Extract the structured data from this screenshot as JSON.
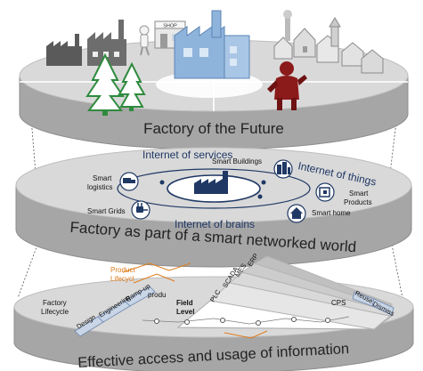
{
  "top_layer": {
    "title": "Factory of the Future",
    "shop_sign": "SHOP"
  },
  "middle_layer": {
    "title": "Factory as part of a smart networked world",
    "internet_services": "Internet of services",
    "internet_things": "Internet of things",
    "internet_brains": "Internet of brains",
    "smart_buildings": "Smart Buildings",
    "smart_logistics_1": "Smart",
    "smart_logistics_2": "logistics",
    "smart_grids": "Smart Grids",
    "smart_products_1": "Smart",
    "smart_products_2": "Products",
    "smart_home": "Smart home"
  },
  "bottom_layer": {
    "title": "Effective access and usage of information",
    "factory_lifecycle_1": "Factory",
    "factory_lifecycle_2": "Lifecycle",
    "product_lifecycle_1": "Product",
    "product_lifecycle_2": "Lifecycl",
    "production": "produ",
    "design": "Design",
    "engineering": "Engineering",
    "rampup": "Ramp-up",
    "field_level_1": "Field",
    "field_level_2": "Level",
    "plc": "PLC",
    "scada": "SCADA",
    "mes": "MES",
    "erp": "ERP",
    "cps": "CPS",
    "reuse": "Reuse",
    "dismiss": "Dismiss"
  },
  "colors": {
    "disc_top": "#d9d9d9",
    "disc_side": "#a6a6a6",
    "factory_blue": "#8fb4dc",
    "network_navy": "#1f3864",
    "tree_green": "#2e8b3e",
    "robot_red": "#8b1a1a",
    "lifecycle_orange": "#e07b1a"
  }
}
